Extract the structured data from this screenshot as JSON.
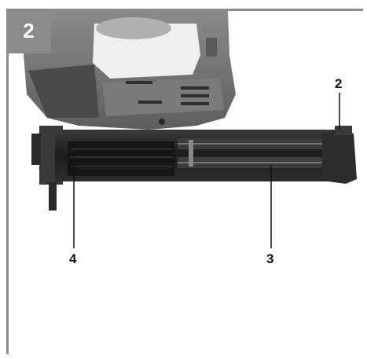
{
  "figure": {
    "number": "2"
  },
  "callouts": {
    "label_2": "2",
    "label_3": "3",
    "label_4": "4"
  },
  "colors": {
    "frame": "#8c8c8c",
    "badge": "#8a8a8a",
    "tool_body": "#6e6e6e",
    "magazine": "#2a2a2a"
  }
}
